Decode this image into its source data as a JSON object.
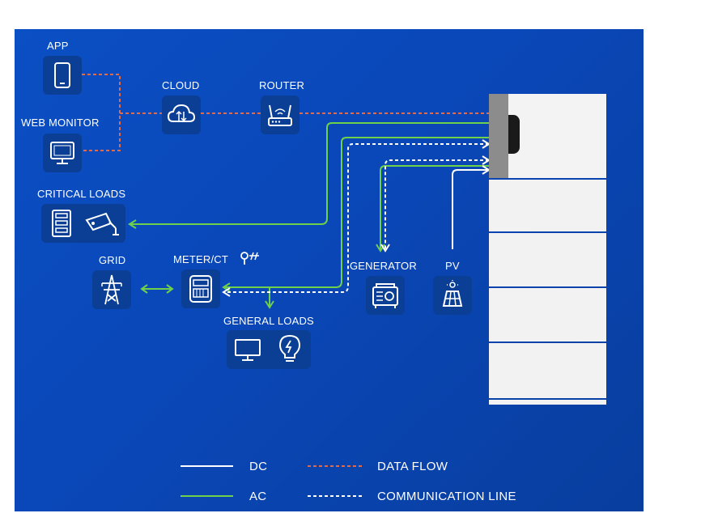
{
  "nodes": {
    "app": "APP",
    "web_monitor": "WEB MONITOR",
    "cloud": "CLOUD",
    "router": "ROUTER",
    "critical_loads": "CRITICAL LOADS",
    "grid": "GRID",
    "meter_ct": "METER/CT",
    "general_loads": "GENERAL LOADS",
    "generator": "GENERATOR",
    "pv": "PV"
  },
  "legend": {
    "dc": "DC",
    "ac": "AC",
    "data_flow": "DATA FLOW",
    "communication_line": "COMMUNICATION LINE"
  },
  "colors": {
    "background": "#0a4ab8",
    "icon_box": "#0a3f95",
    "dc_line": "#ffffff",
    "ac_line": "#6fd04a",
    "data_flow_line": "#e06a4a",
    "communication_line": "#ffffff",
    "battery": "#f2f2f2",
    "inverter": "#8c8c8c"
  },
  "icons": [
    "phone-icon",
    "monitor-icon",
    "cloud-icon",
    "router-icon",
    "server-rack-icon",
    "security-camera-icon",
    "power-tower-icon",
    "electric-meter-icon",
    "ct-clamp-icon",
    "desktop-icon",
    "light-bulb-icon",
    "generator-icon",
    "solar-panel-icon"
  ]
}
